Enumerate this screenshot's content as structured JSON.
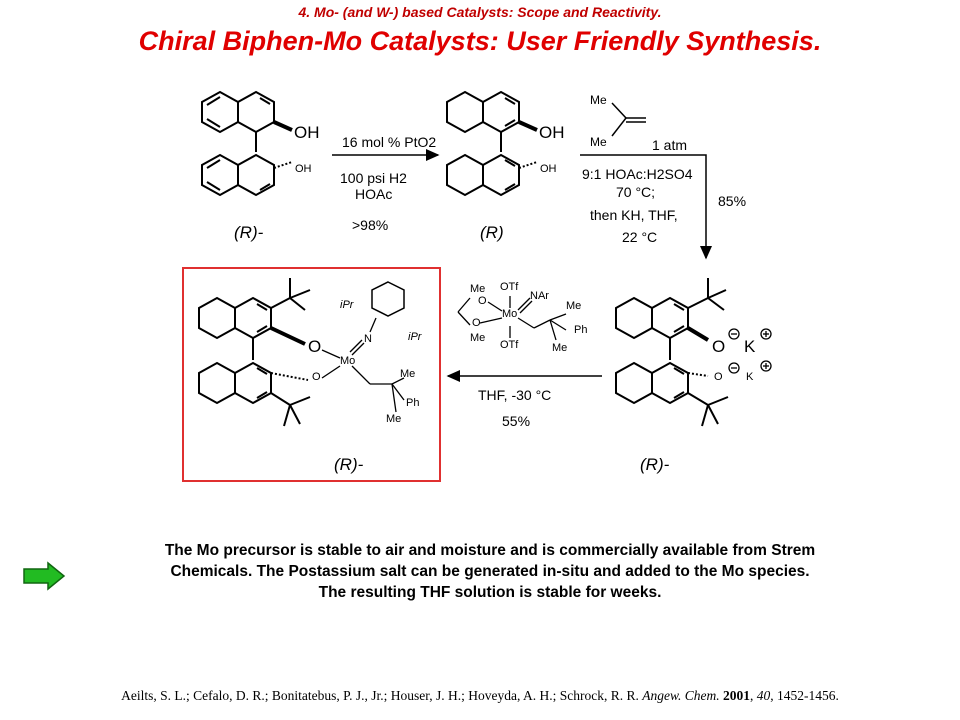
{
  "header": {
    "subtitle": "4. Mo- (and W-) based Catalysts: Scope and Reactivity.",
    "title": "Chiral Biphen-Mo Catalysts: User Friendly Synthesis."
  },
  "scheme": {
    "compound1": {
      "oh_top": "OH",
      "oh_bottom": "OH",
      "label": "(R)-"
    },
    "step1": {
      "line1": "16 mol % PtO2",
      "line2": "100 psi H2",
      "line3": "HOAc",
      "yield": ">98%"
    },
    "compound2": {
      "oh_top": "OH",
      "oh_bottom": "OH",
      "label": "(R)"
    },
    "step2": {
      "me_top": "Me",
      "me_bottom": "Me",
      "pressure": "1 atm",
      "line1": "9:1 HOAc:H2SO4",
      "line2": "70 °C;",
      "line3": "then KH, THF,",
      "line4": "22 °C",
      "yield": "85%"
    },
    "compound3": {
      "o_top": "O",
      "k_top": "K",
      "o_bottom": "O",
      "k_bottom": "K",
      "label": "(R)-"
    },
    "reagent": {
      "otf_top": "OTf",
      "otf_bottom": "OTf",
      "mo": "Mo",
      "n_ar": "NAr",
      "me_a": "Me",
      "me_b": "Me",
      "me_c": "Me",
      "me_d": "Me",
      "ph": "Ph",
      "o_a": "O",
      "o_b": "O"
    },
    "step3": {
      "conditions": "THF, -30 °C",
      "yield": "55%"
    },
    "product": {
      "ipr_a": "iPr",
      "ipr_b": "iPr",
      "n": "N",
      "mo": "Mo",
      "o_top": "O",
      "o_bottom": "O",
      "me_a": "Me",
      "me_b": "Me",
      "ph": "Ph",
      "label": "(R)-"
    }
  },
  "note": {
    "line1": "The Mo precursor is stable to air and moisture and is commercially available from Strem",
    "line2": "Chemicals.  The Postassium salt can be generated in-situ and added to the Mo species.",
    "line3": "The resulting THF solution is stable for weeks."
  },
  "reference": {
    "authors": "Aeilts, S. L.; Cefalo, D. R.; Bonitatebus, P. J., Jr.; Houser, J. H.; Hoveyda, A. H.; Schrock, R. R.",
    "journal": "Angew. Chem.",
    "year": "2001",
    "volume": "40",
    "pages": "1452-1456."
  },
  "colors": {
    "title": "#e00000",
    "box": "#e03030",
    "arrow": "#22bb22"
  }
}
